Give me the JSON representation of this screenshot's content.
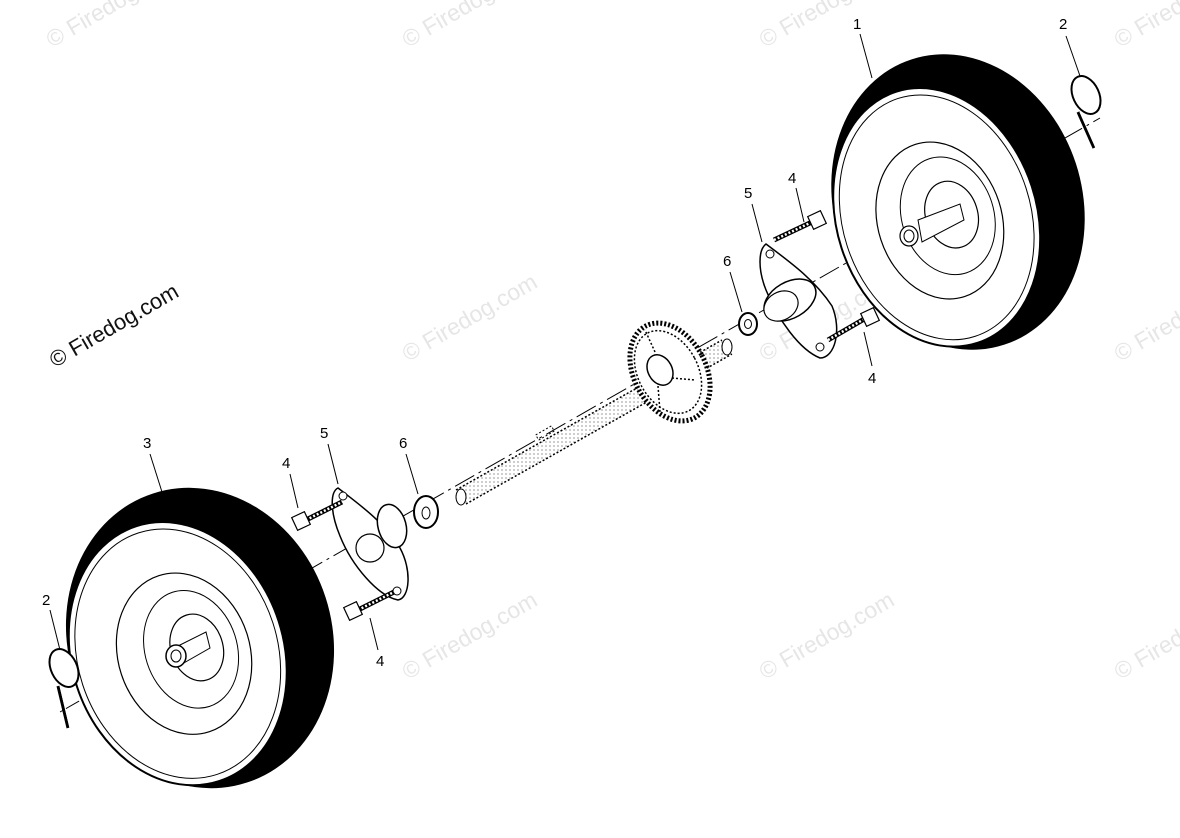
{
  "brand_text": "© Firedog.com",
  "watermark_text": "© Firedog.com",
  "parts": {
    "p1": "1",
    "p2a": "2",
    "p2b": "2",
    "p3": "3",
    "p4a": "4",
    "p4b": "4",
    "p4c": "4",
    "p4d": "4",
    "p5a": "5",
    "p5b": "5",
    "p6a": "6",
    "p6b": "6"
  },
  "icons": [
    "wheel-tire",
    "hitch-pin",
    "flange-bearing",
    "hex-bolt",
    "washer",
    "axle-shaft",
    "spur-gear"
  ]
}
